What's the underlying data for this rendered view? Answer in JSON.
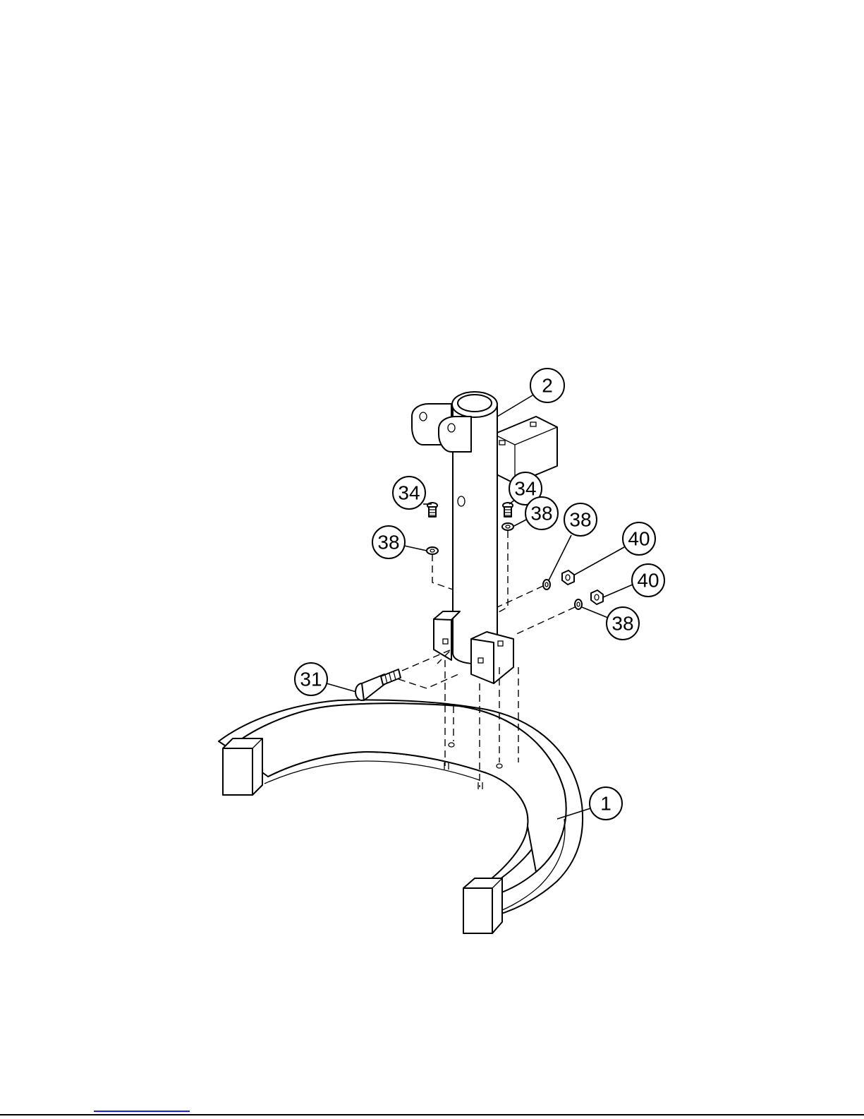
{
  "callouts": [
    {
      "id": "c2",
      "label": "2"
    },
    {
      "id": "c34a",
      "label": "34"
    },
    {
      "id": "c34b",
      "label": "34"
    },
    {
      "id": "c38a",
      "label": "38"
    },
    {
      "id": "c38b",
      "label": "38"
    },
    {
      "id": "c38c",
      "label": "38"
    },
    {
      "id": "c38d",
      "label": "38"
    },
    {
      "id": "c40a",
      "label": "40"
    },
    {
      "id": "c40b",
      "label": "40"
    },
    {
      "id": "c31",
      "label": "31"
    },
    {
      "id": "c1",
      "label": "1"
    }
  ]
}
